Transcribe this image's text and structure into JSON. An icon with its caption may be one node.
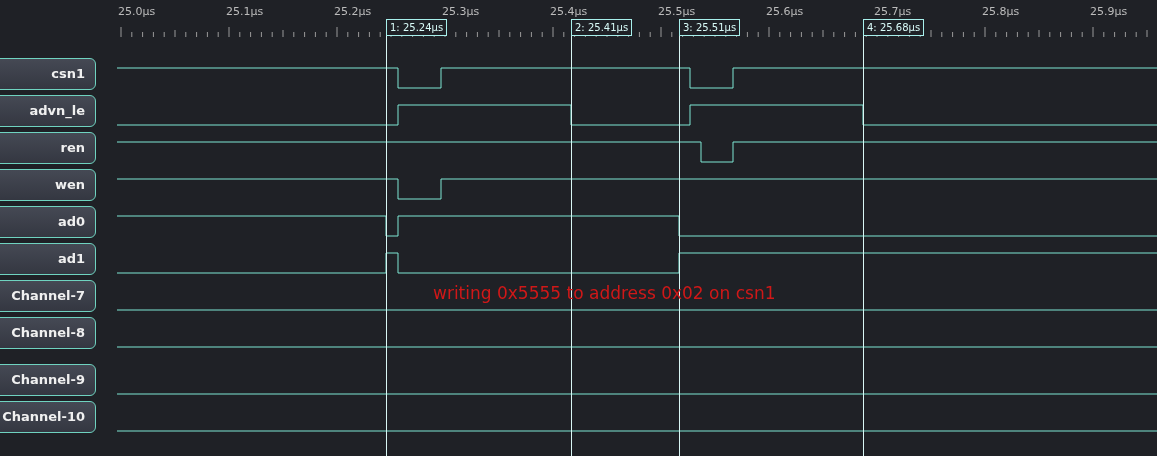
{
  "diagram": {
    "nodes": [
      {
        "text": [
          "csn1"
        ]
      },
      {
        "text": [
          "advn_le"
        ]
      },
      {
        "text": [
          "ren"
        ]
      },
      {
        "text": [
          "wen"
        ]
      },
      {
        "text": [
          "ad0"
        ]
      },
      {
        "text": [
          "ad1"
        ]
      },
      {
        "text": [
          "Channel-7"
        ]
      },
      {
        "text": [
          "Channel-8"
        ]
      },
      {
        "text": [
          "Channel-9"
        ]
      },
      {
        "text": [
          "Channel-10"
        ]
      },
      {
        "text": [
          "1: 25.24µs"
        ]
      },
      {
        "text": [
          "2: 25.41µs"
        ]
      },
      {
        "text": [
          "3: 25.51µs"
        ]
      },
      {
        "text": [
          "4: 25.68µs"
        ]
      }
    ],
    "labels": [
      "25.0µs",
      "25.1µs",
      "25.2µs",
      "25.3µs",
      "25.4µs",
      "25.5µs",
      "25.6µs",
      "25.7µs",
      "25.8µs",
      "25.9µs",
      "writing 0x5555 to address 0x02 on csn1"
    ]
  }
}
